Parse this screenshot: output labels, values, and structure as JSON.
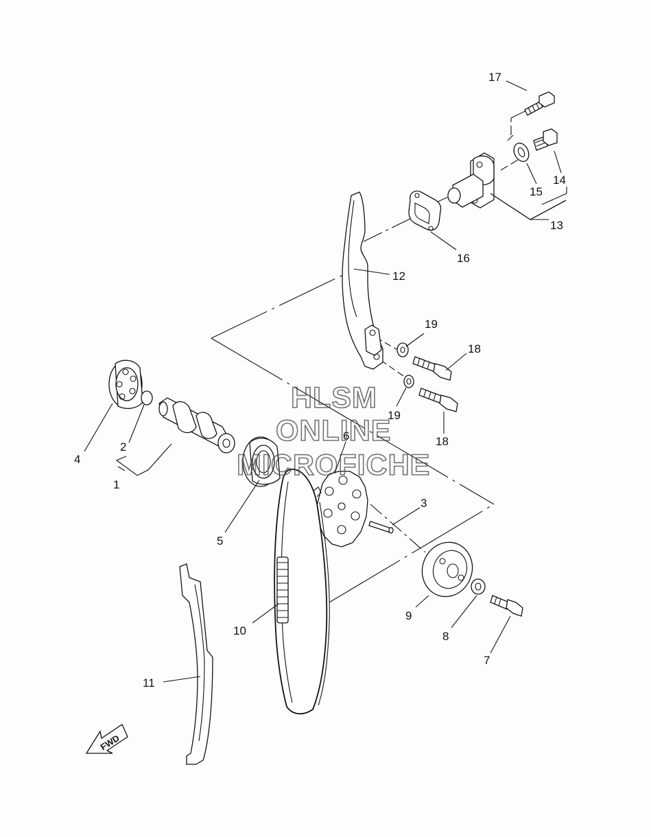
{
  "labels": {
    "p1": "1",
    "p2": "2",
    "p3": "3",
    "p4": "4",
    "p5": "5",
    "p6": "6",
    "p7": "7",
    "p8": "8",
    "p9": "9",
    "p10": "10",
    "p11": "11",
    "p12": "12",
    "p13": "13",
    "p14": "14",
    "p15": "15",
    "p16": "16",
    "p17": "17",
    "p18a": "18",
    "p18b": "18",
    "p19a": "19",
    "p19b": "19"
  },
  "watermark": {
    "line1": "HLSM",
    "line2": "ONLINE",
    "line3": "MICROFICHE"
  },
  "fwd_label": "FWD"
}
